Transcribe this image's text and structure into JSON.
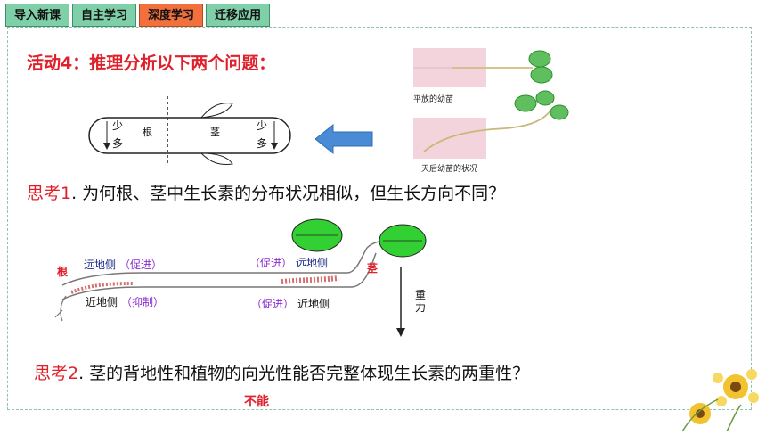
{
  "tabs": [
    {
      "label": "导入新课",
      "active": false
    },
    {
      "label": "自主学习",
      "active": false
    },
    {
      "label": "深度学习",
      "active": true
    },
    {
      "label": "迁移应用",
      "active": false
    }
  ],
  "activity": "活动4：推理分析以下两个问题：",
  "diagram1": {
    "left_few": "少",
    "left_many": "多",
    "root": "根",
    "stem": "茎",
    "right_few": "少",
    "right_many": "多"
  },
  "photo": {
    "caption_top": "平放的幼苗",
    "caption_bottom": "一天后幼苗的状况"
  },
  "think1": {
    "lead": "思考1",
    "text": ". 为何根、茎中生长素的分布状况相似，但生长方向不同？"
  },
  "diagram2": {
    "root_label": "根",
    "stem_label": "茎",
    "far_side_left": "远地侧",
    "promote_left": "（促进）",
    "promote_right_top": "（促进）",
    "far_side_right": "远地侧",
    "near_side_left": "近地侧",
    "inhibit_left": "（抑制）",
    "promote_right_bottom": "（促进）",
    "near_side_right": "近地侧",
    "gravity_1": "重",
    "gravity_2": "力"
  },
  "think2": {
    "lead": "思考2",
    "text": ". 茎的背地性和植物的向光性能否完整体现生长素的两重性？"
  },
  "answer": "不能",
  "colors": {
    "accent": "#e0202a",
    "tab": "#7fd0a9",
    "tab_active": "#f26f3e",
    "arrow": "#4a8bd6",
    "leaf": "#2fd02f"
  }
}
